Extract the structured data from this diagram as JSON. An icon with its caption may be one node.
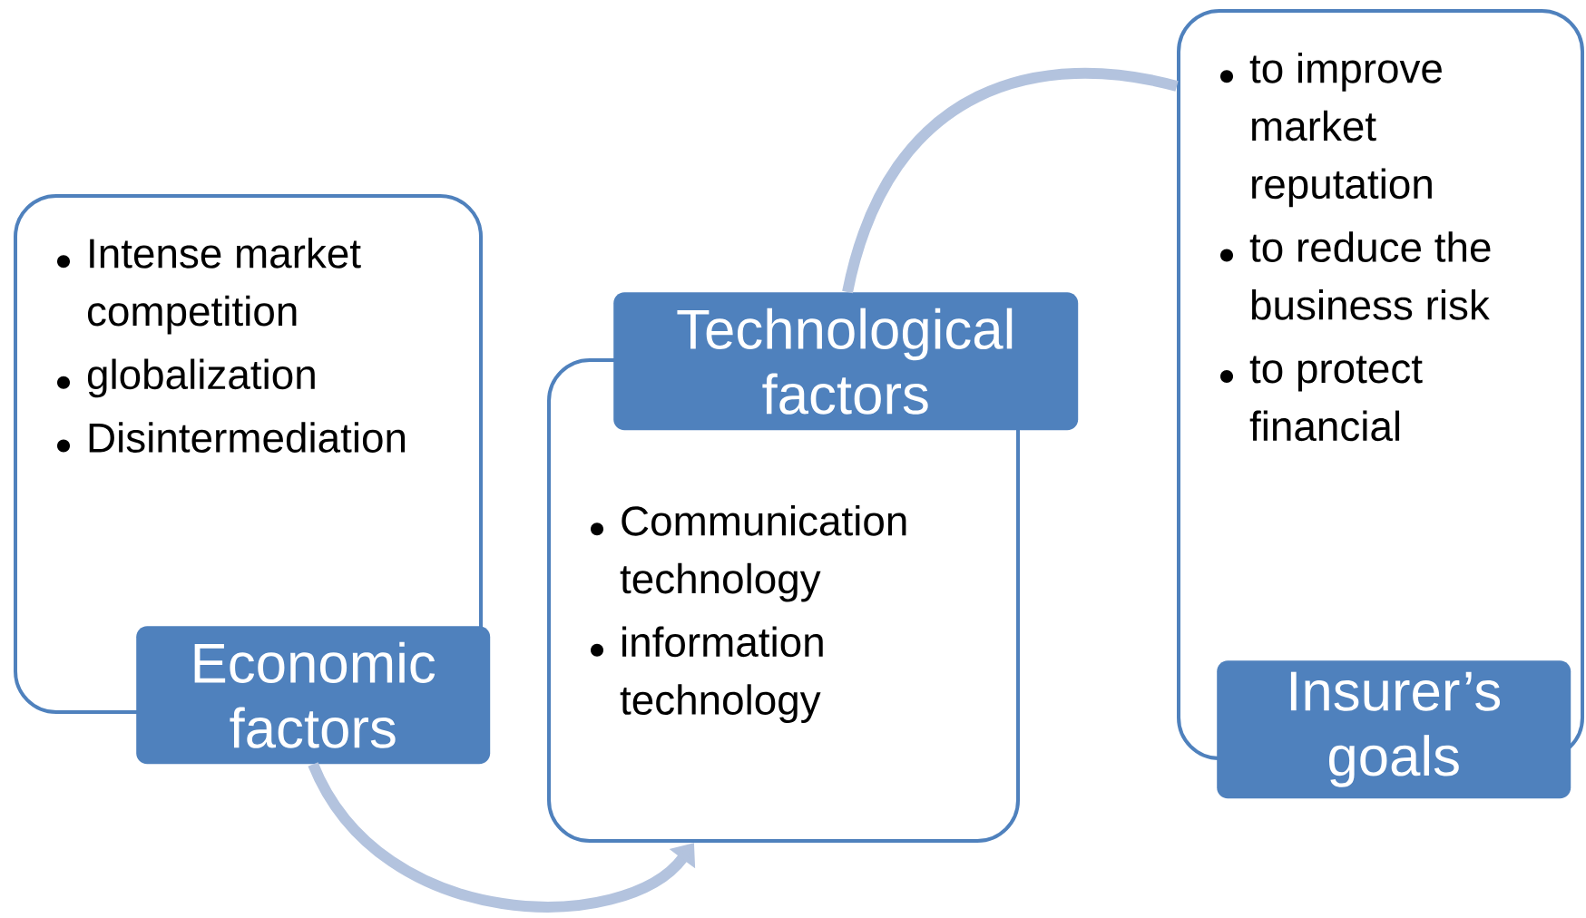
{
  "diagram": {
    "nodes": [
      {
        "text": [
          "Intense market competition",
          "globalization",
          "Disintermediation"
        ]
      },
      {
        "text": [
          "Economic factors"
        ]
      },
      {
        "text": [
          "Communication technology",
          "information technology"
        ]
      },
      {
        "text": [
          "Technological factors"
        ]
      },
      {
        "text": [
          "to improve market reputation",
          "to reduce the business risk",
          "to protect financial"
        ]
      },
      {
        "text": [
          "Insurer’s goals"
        ]
      }
    ],
    "edges": [
      {
        "from": 1,
        "to": 2,
        "arrow": "to"
      },
      {
        "from": 3,
        "to": 4,
        "arrow": "none"
      }
    ]
  }
}
